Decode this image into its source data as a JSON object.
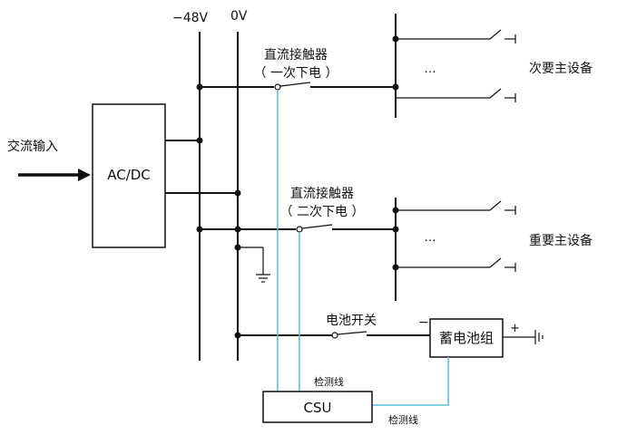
{
  "labels": {
    "bus_neg48": "−48V",
    "bus_0v": "0V",
    "ac_input": "交流输入",
    "acdc": "AC/DC",
    "contactor1_title": "直流接触器",
    "contactor1_sub": "（ 一次下电 ）",
    "contactor2_title": "直流接触器",
    "contactor2_sub": "（ 二次下电 ）",
    "secondary_equipment": "次要主设备",
    "important_equipment": "重要主设备",
    "ellipsis": "…",
    "battery_switch": "电池开关",
    "battery_group": "蓄电池组",
    "minus": "−",
    "plus": "+",
    "csu": "CSU",
    "detect_line_1": "检测线",
    "detect_line_2": "检测线"
  },
  "colors": {
    "wire": "#111111",
    "signal_line": "#59c2d8"
  }
}
